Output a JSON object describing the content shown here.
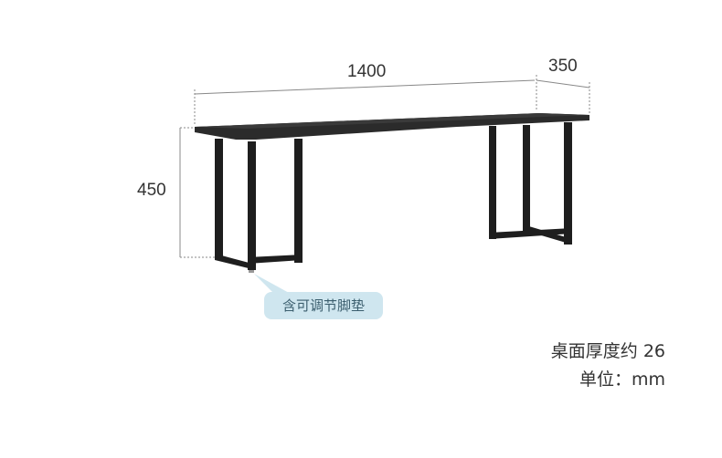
{
  "dimensions": {
    "length": "1400",
    "depth": "350",
    "height": "450"
  },
  "callout": "含可调节脚垫",
  "notes": {
    "thickness": "桌面厚度约 26",
    "unit": "单位：mm"
  },
  "colors": {
    "frame": "#1e1e1e",
    "top": "#2a2a2a",
    "callout_bg": "#cfe6ef"
  }
}
